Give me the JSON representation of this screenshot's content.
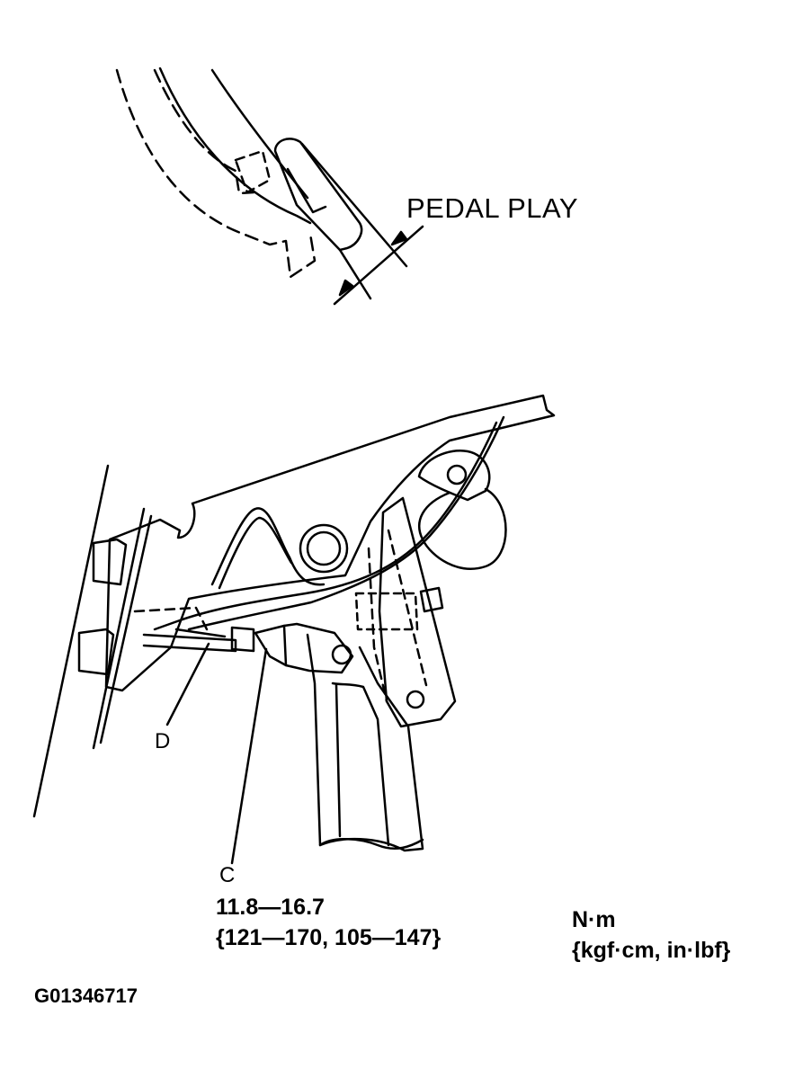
{
  "labels": {
    "pedal_play": "PEDAL PLAY",
    "part_d": "D",
    "part_c": "C"
  },
  "torque_spec": {
    "range_nm": "11.8—16.7",
    "range_alt": "{121—170, 105—147}"
  },
  "units_legend": {
    "primary": "N·m",
    "secondary": "{kgf·cm, in·lbf}"
  },
  "figure_id": "G01346717"
}
